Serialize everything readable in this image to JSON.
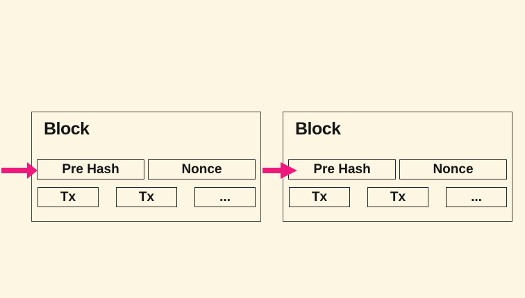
{
  "colors": {
    "background": "#FDF6E3",
    "block_border": "#4C4A42",
    "cell_border": "#262622",
    "arrow": "#EF197D",
    "text": "#141414"
  },
  "diagram": {
    "kind": "blockchain-blocks",
    "blocks": [
      {
        "title": "Block",
        "header_cells": [
          "Pre Hash",
          "Nonce"
        ],
        "tx_cells": [
          "Tx",
          "Tx",
          "..."
        ]
      },
      {
        "title": "Block",
        "header_cells": [
          "Pre Hash",
          "Nonce"
        ],
        "tx_cells": [
          "Tx",
          "Tx",
          "..."
        ]
      }
    ],
    "arrows": [
      {
        "name": "arrow-into-block-1"
      },
      {
        "name": "arrow-into-block-2"
      }
    ]
  }
}
